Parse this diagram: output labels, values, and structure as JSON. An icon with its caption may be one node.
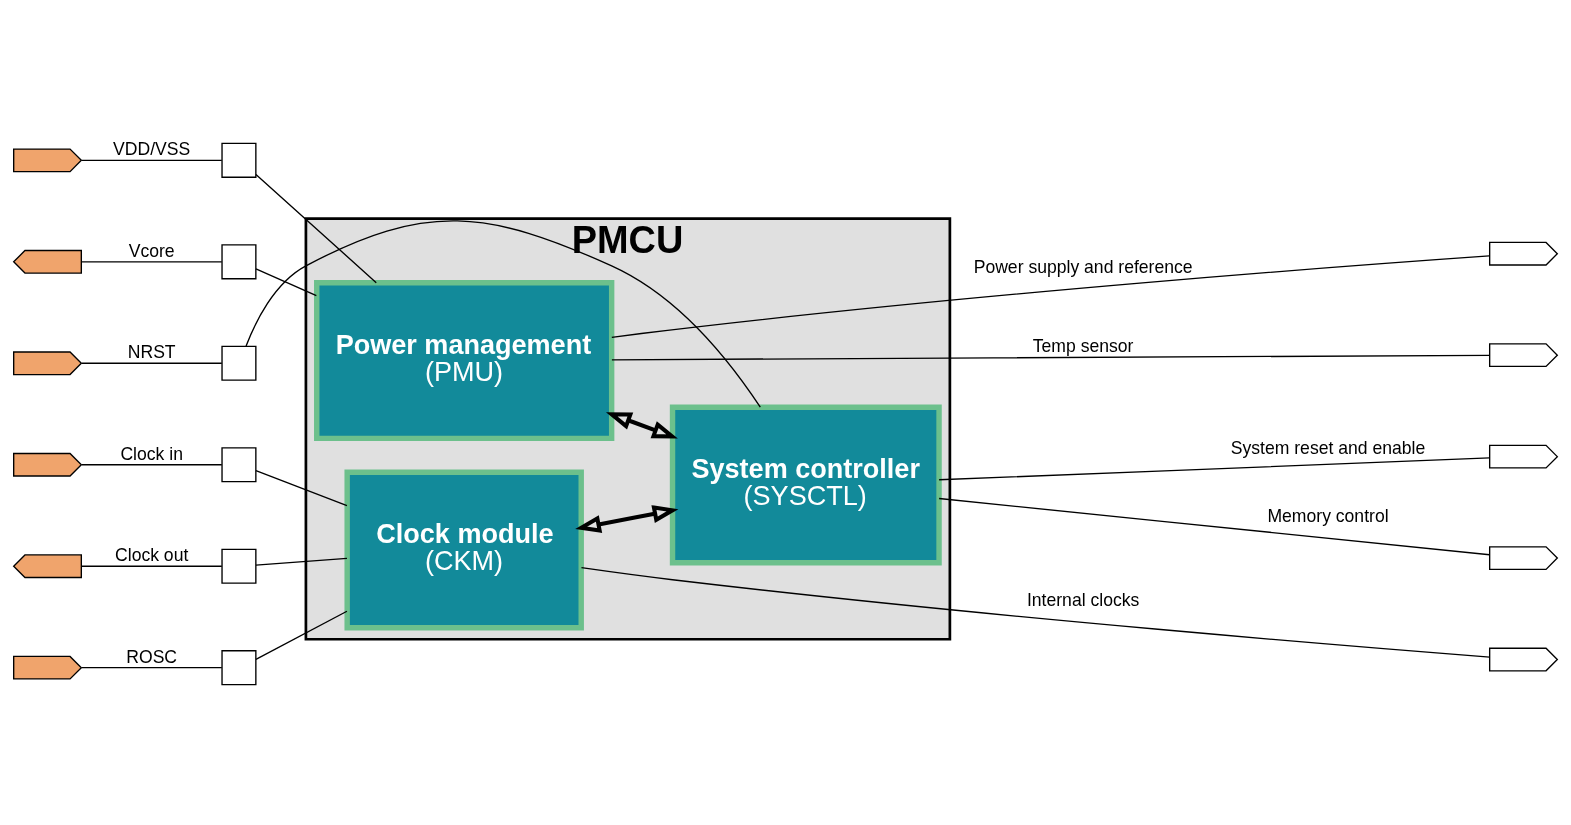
{
  "diagram": {
    "nodes": [
      {
        "text": [
          "PMCU"
        ]
      },
      {
        "text": [
          "Power management",
          "(PMU)"
        ],
        "in": 0
      },
      {
        "text": [
          "System controller",
          "(SYSCTL)"
        ],
        "in": 0
      },
      {
        "text": [
          "Clock module",
          "(CKM)"
        ],
        "in": 0
      },
      {
        "text": [],
        "shape": "box"
      },
      {
        "text": [],
        "shape": "box"
      },
      {
        "text": [],
        "shape": "box"
      },
      {
        "text": [],
        "shape": "box"
      },
      {
        "text": [],
        "shape": "box"
      },
      {
        "text": [],
        "shape": "box"
      },
      {
        "text": [],
        "shape": "pentagon"
      },
      {
        "text": [],
        "shape": "pentagon"
      },
      {
        "text": [],
        "shape": "pentagon"
      },
      {
        "text": [],
        "shape": "pentagon"
      },
      {
        "text": [],
        "shape": "pentagon"
      },
      {
        "text": [],
        "shape": "pentagon"
      },
      {
        "text": [],
        "shape": "pentagon"
      },
      {
        "text": [],
        "shape": "pentagon"
      },
      {
        "text": [],
        "shape": "pentagon"
      },
      {
        "text": [],
        "shape": "pentagon"
      },
      {
        "text": [],
        "shape": "pentagon"
      }
    ],
    "edges": [
      {
        "from": 10,
        "to": 4,
        "arrow": "none",
        "label": "VDD/VSS"
      },
      {
        "from": 4,
        "to": 1,
        "arrow": "none"
      },
      {
        "from": 11,
        "to": 5,
        "arrow": "none",
        "label": "Vcore"
      },
      {
        "from": 5,
        "to": 1,
        "arrow": "none"
      },
      {
        "from": 12,
        "to": 6,
        "arrow": "none",
        "label": "NRST"
      },
      {
        "from": 6,
        "to": 2,
        "arrow": "none"
      },
      {
        "from": 13,
        "to": 7,
        "arrow": "none",
        "label": "Clock in"
      },
      {
        "from": 7,
        "to": 3,
        "arrow": "none"
      },
      {
        "from": 14,
        "to": 8,
        "arrow": "none",
        "label": "Clock out"
      },
      {
        "from": 8,
        "to": 3,
        "arrow": "none"
      },
      {
        "from": 15,
        "to": 9,
        "arrow": "none",
        "label": "ROSC"
      },
      {
        "from": 9,
        "to": 3,
        "arrow": "none"
      },
      {
        "from": 1,
        "to": 2,
        "arrow": "both",
        "style": "thick"
      },
      {
        "from": 3,
        "to": 2,
        "arrow": "both",
        "style": "thick"
      },
      {
        "from": 1,
        "to": 16,
        "arrow": "none",
        "label": "Power supply and reference"
      },
      {
        "from": 1,
        "to": 17,
        "arrow": "none",
        "label": "Temp sensor"
      },
      {
        "from": 2,
        "to": 18,
        "arrow": "none",
        "label": "System reset and enable"
      },
      {
        "from": 2,
        "to": 19,
        "arrow": "none",
        "label": "Memory control"
      },
      {
        "from": 3,
        "to": 20,
        "arrow": "none",
        "label": "Internal clocks"
      }
    ]
  }
}
